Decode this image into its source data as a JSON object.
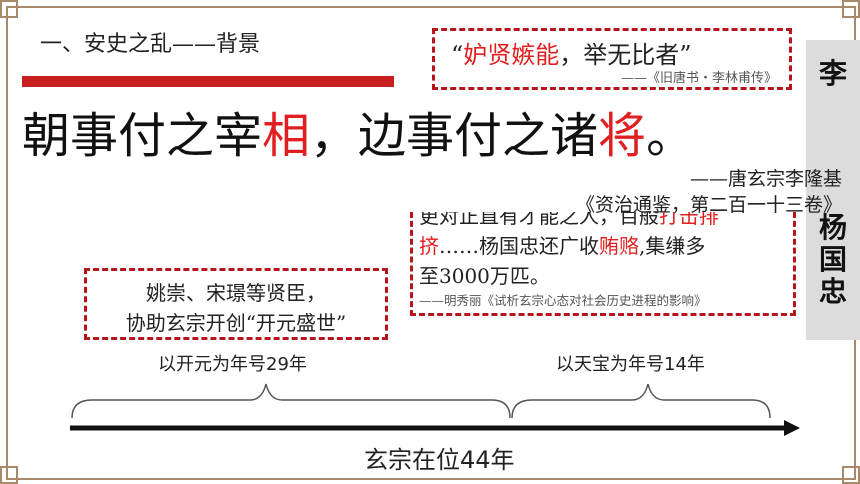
{
  "heading": "一、安史之乱——背景",
  "quote_top": {
    "open": "“",
    "red": "妒贤嫉能",
    "rest": "，举无比者”",
    "source": "——《旧唐书・李林甫传》"
  },
  "main_quote": {
    "p1": "朝事付之宰",
    "r1": "相",
    "p2": "，边事付之诸",
    "r2": "将",
    "p3": "。",
    "attr1": "——唐玄宗李隆基",
    "attr2": "《资治通鉴，第二百一十三卷》"
  },
  "side_title": [
    "李",
    "杨",
    "国",
    "忠"
  ],
  "mid_quote": {
    "partial": "更对正直有才能之人，百般",
    "partial_red": "打击排",
    "l2_red": "挤",
    "l2a": "……杨国忠还广收",
    "l2_red2": "贿赂",
    "l2b": ",集缣多",
    "l3": "至3000万匹。",
    "source": "——明秀丽《试析玄宗心态对社会历史进程的影响》"
  },
  "left_box": {
    "line1": "姚崇、宋璟等贤臣，",
    "line2": "协助玄宗开创“开元盛世”"
  },
  "timeline": {
    "left_label": "以开元为年号29年",
    "right_label": "以天宝为年号14年",
    "total_label": "玄宗在位44年"
  },
  "colors": {
    "accent_red": "#e02020",
    "bar_red": "#c81f1f",
    "frame": "#a88a6a",
    "side_bg": "#dcdcdc"
  }
}
